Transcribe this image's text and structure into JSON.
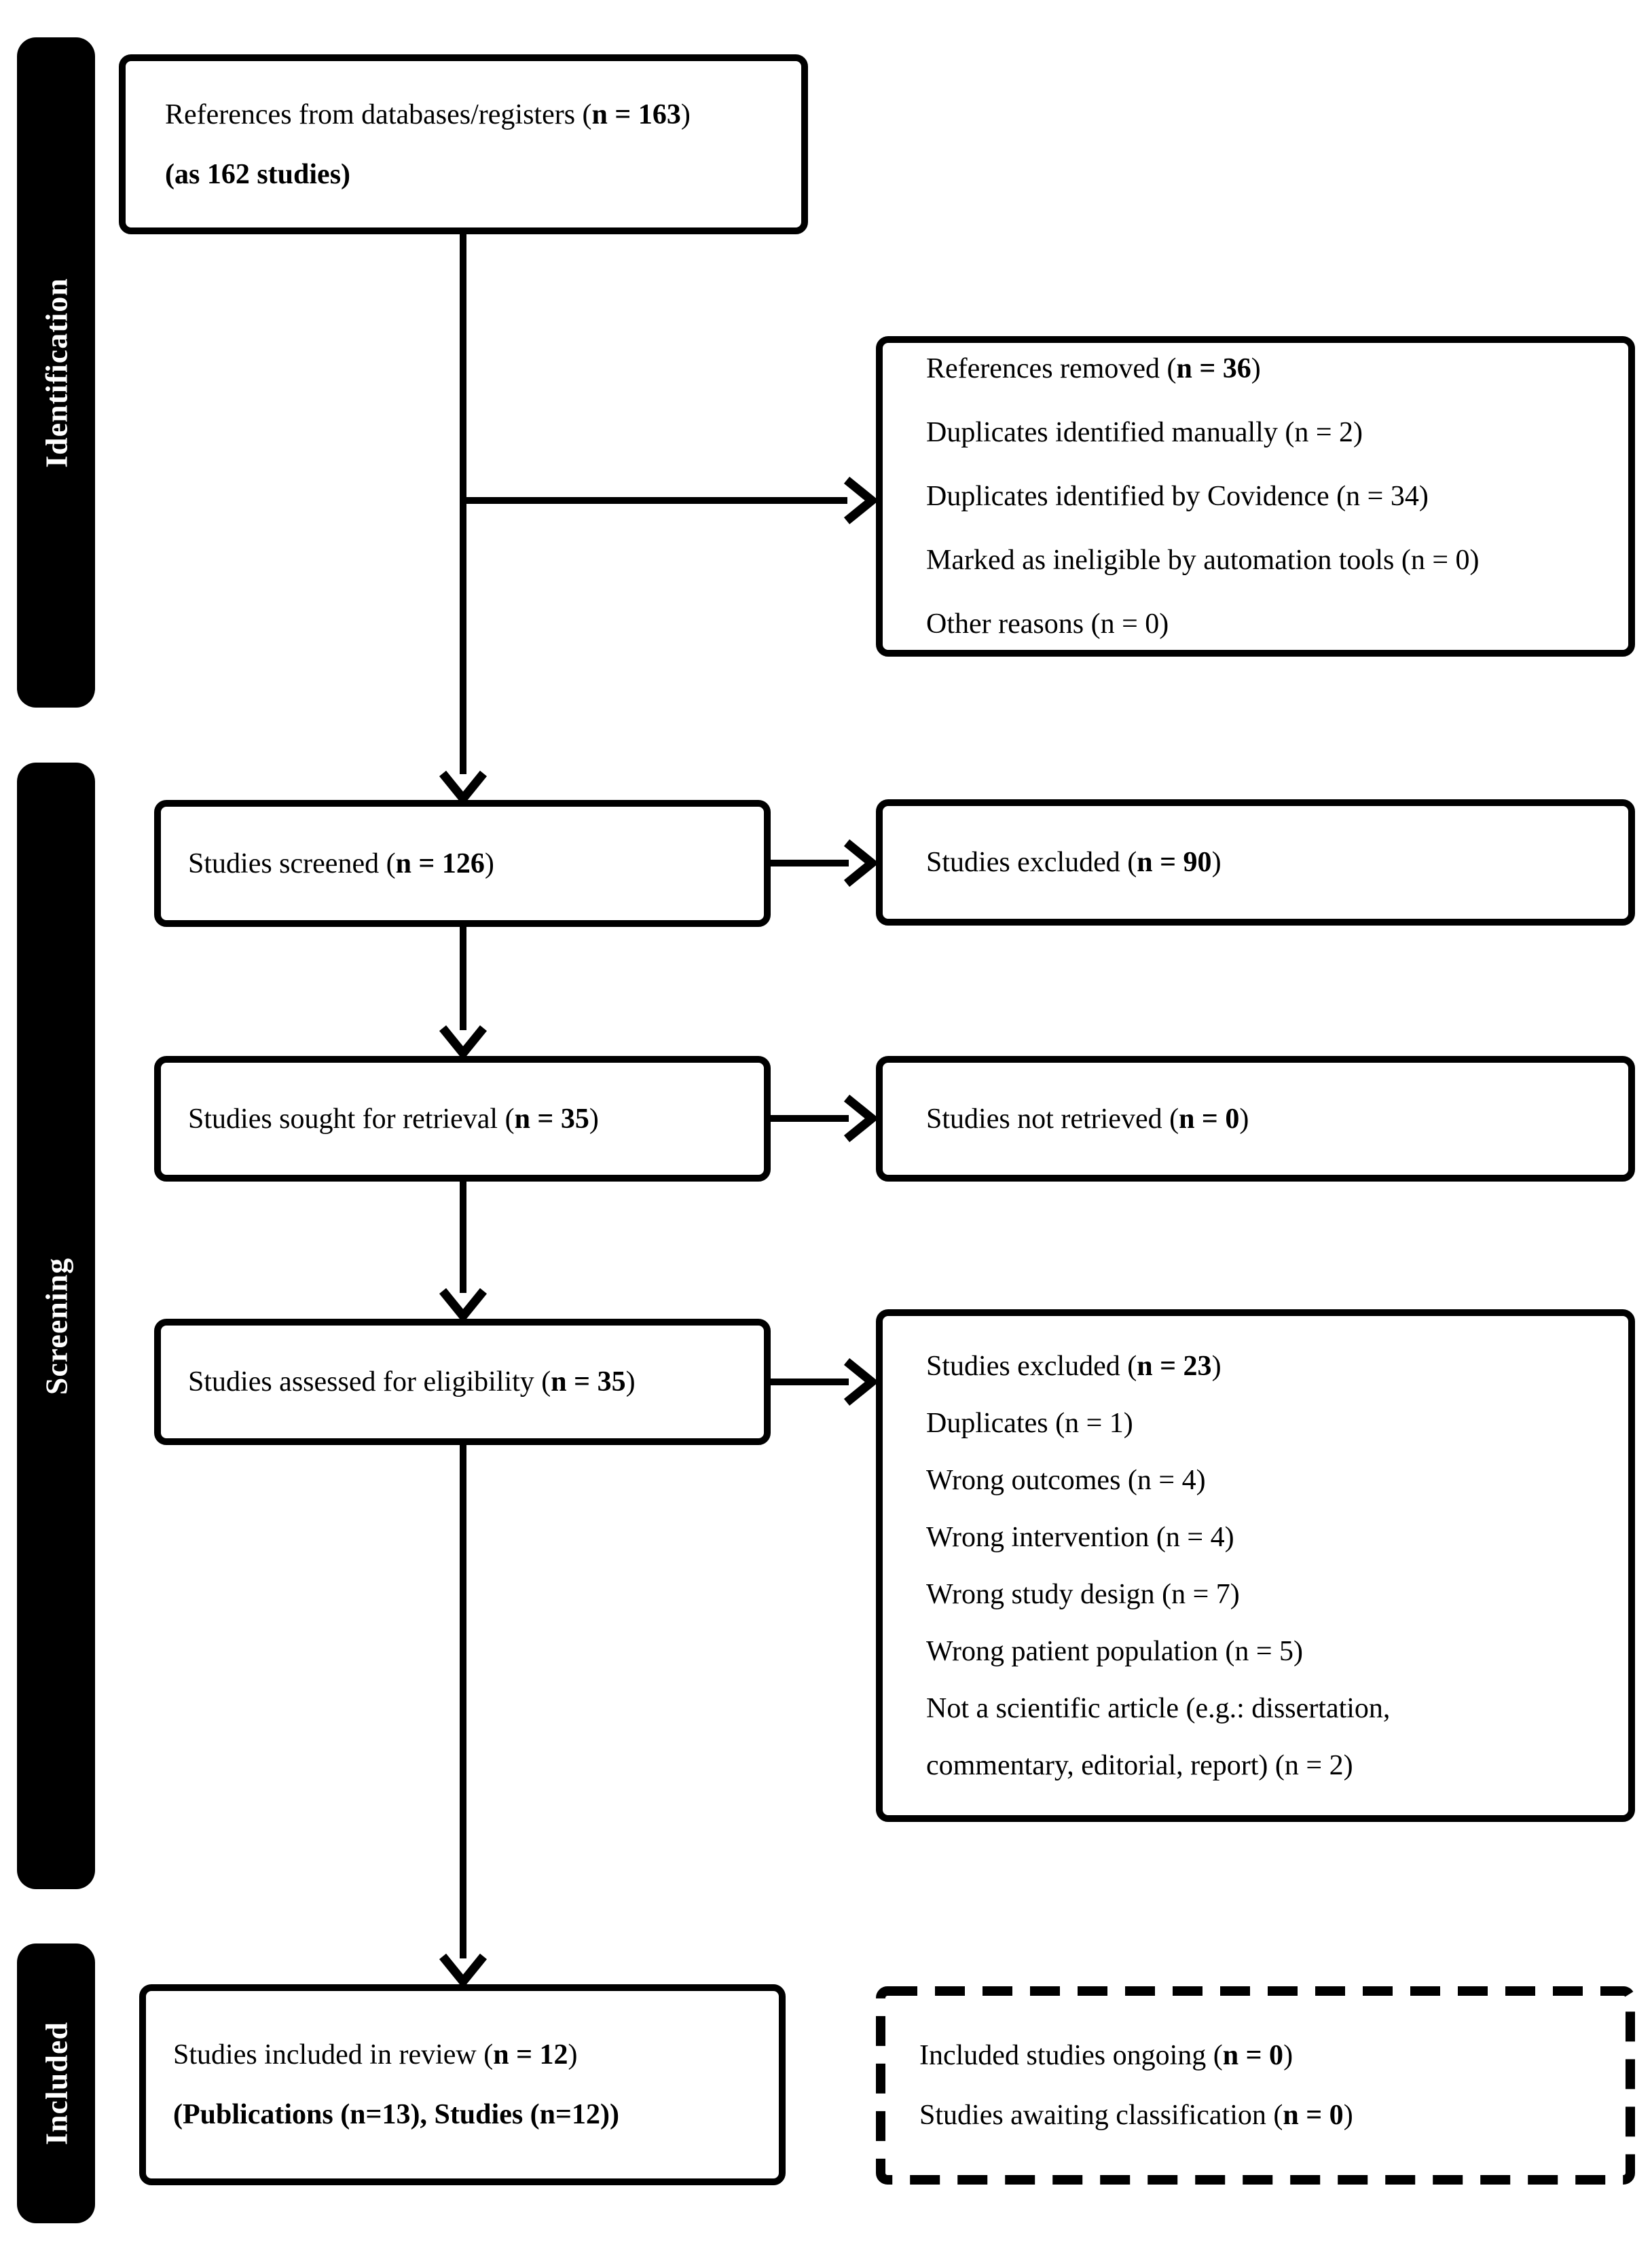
{
  "page": {
    "background": "#ffffff",
    "ink": "#000000"
  },
  "sidebar": {
    "stages": [
      {
        "label": "Identification"
      },
      {
        "label": "Screening"
      },
      {
        "label": "Included"
      }
    ]
  },
  "boxes": {
    "databases": {
      "lines": [
        {
          "pre": "References from databases/registers (",
          "bold": "n = 163",
          "post": ")"
        },
        {
          "pre": "",
          "bold": "(as 162 studies)",
          "post": ""
        }
      ]
    },
    "removed": {
      "lines": [
        {
          "pre": "References removed (",
          "bold": "n = 36",
          "post": ")"
        },
        {
          "pre": "Duplicates identified manually (n = 2)",
          "bold": "",
          "post": ""
        },
        {
          "pre": "Duplicates identified by Covidence (n = 34)",
          "bold": "",
          "post": ""
        },
        {
          "pre": "Marked as ineligible by automation tools (n = 0)",
          "bold": "",
          "post": ""
        },
        {
          "pre": "Other reasons (n = 0)",
          "bold": "",
          "post": ""
        }
      ]
    },
    "screened": {
      "lines": [
        {
          "pre": "Studies screened (",
          "bold": "n = 126",
          "post": ")"
        }
      ]
    },
    "excluded_screening": {
      "lines": [
        {
          "pre": "Studies excluded (",
          "bold": "n = 90",
          "post": ")"
        }
      ]
    },
    "sought": {
      "lines": [
        {
          "pre": "Studies sought for retrieval (",
          "bold": "n = 35",
          "post": ")"
        }
      ]
    },
    "not_retrieved": {
      "lines": [
        {
          "pre": "Studies not retrieved (",
          "bold": "n = 0",
          "post": ")"
        }
      ]
    },
    "assessed": {
      "lines": [
        {
          "pre": "Studies assessed for eligibility (",
          "bold": "n = 35",
          "post": ")"
        }
      ]
    },
    "excluded_eligibility": {
      "lines": [
        {
          "pre": "Studies excluded (",
          "bold": "n = 23",
          "post": ")"
        },
        {
          "pre": "Duplicates (n = 1)",
          "bold": "",
          "post": ""
        },
        {
          "pre": "Wrong outcomes (n = 4)",
          "bold": "",
          "post": ""
        },
        {
          "pre": "Wrong intervention (n = 4)",
          "bold": "",
          "post": ""
        },
        {
          "pre": "Wrong study design (n = 7)",
          "bold": "",
          "post": ""
        },
        {
          "pre": "Wrong patient population (n = 5)",
          "bold": "",
          "post": ""
        },
        {
          "pre": "Not a scientific article (e.g.: dissertation,",
          "bold": "",
          "post": ""
        },
        {
          "pre": "commentary, editorial, report) (n = 2)",
          "bold": "",
          "post": ""
        }
      ]
    },
    "included_review": {
      "lines": [
        {
          "pre": "Studies included in review (",
          "bold": "n = 12",
          "post": ")"
        },
        {
          "pre": "",
          "bold": "(Publications (n=13), Studies (n=12))",
          "post": ""
        }
      ]
    },
    "ongoing": {
      "lines": [
        {
          "pre": "Included studies ongoing (",
          "bold": "n = 0",
          "post": ")"
        },
        {
          "pre": "Studies awaiting classification (",
          "bold": "n = 0",
          "post": ")"
        }
      ]
    }
  }
}
